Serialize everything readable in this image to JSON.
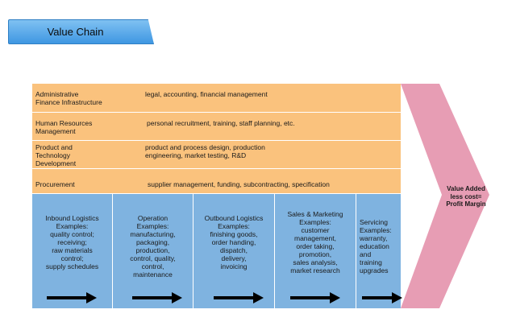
{
  "title": "Value Chain",
  "support_activities": [
    {
      "label": "Administrative\nFinance Infrastructure",
      "description": "legal, accounting, financial management"
    },
    {
      "label": "Human Resources\nManagement",
      "description": "personal recruitment, training, staff planning, etc."
    },
    {
      "label": "Product and\nTechnology\nDevelopment",
      "description": "product and process design, production\nengineering, market testing,  R&D"
    },
    {
      "label": "Procurement",
      "description": "supplier management, funding, subcontracting,  specification"
    }
  ],
  "primary_activities": [
    {
      "text": "Inbound Logistics\nExamples:\nquality control;\nreceiving;\nraw materials\ncontrol;\nsupply schedules"
    },
    {
      "text": "Operation\nExamples:\nmanufacturing,\npackaging,\nproduction,\ncontrol, quality,\ncontrol,\nmaintenance"
    },
    {
      "text": "Outbound Logistics\nExamples:\nfinishing goods,\norder handing,\ndispatch,\ndelivery,\ninvoicing"
    },
    {
      "text": "Sales &  Marketing\nExamples:\ncustomer\nmanagement,\norder taking,\npromotion,\nsales analysis,\nmarket research"
    },
    {
      "text": "Servicing\nExamples:\nwarranty,\neducation and\ntraining\nupgrades"
    }
  ],
  "margin_label": "Value Added\nless cost=\nProfit Margin",
  "colors": {
    "support": "#fac27d",
    "primary": "#7fb3e0",
    "margin": "#e79db4",
    "title": "#4ea3e8"
  }
}
